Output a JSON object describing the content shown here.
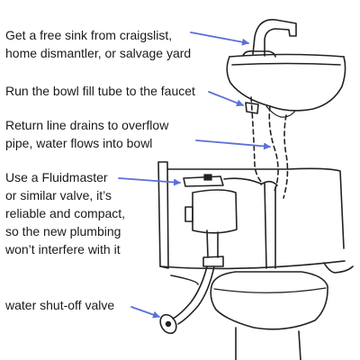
{
  "annotations": [
    {
      "id": "sink",
      "lines": [
        "Get a free sink from craigslist,",
        "home dismantler, or salvage yard"
      ]
    },
    {
      "id": "fill-tube",
      "lines": [
        "Run the bowl fill tube to the faucet"
      ]
    },
    {
      "id": "return-line",
      "lines": [
        "Return line drains to overflow",
        "pipe, water flows into bowl"
      ]
    },
    {
      "id": "valve",
      "lines": [
        "Use a Fluidmaster",
        "or similar valve, it’s",
        "reliable and compact,",
        "so the new plumbing",
        "won’t interfere with it"
      ]
    },
    {
      "id": "shutoff",
      "lines": [
        "water shut-off valve"
      ]
    }
  ],
  "colors": {
    "text": "#1a1a1a",
    "ink": "#222222",
    "arrow": "#5b6fd6",
    "background": "#ffffff"
  }
}
